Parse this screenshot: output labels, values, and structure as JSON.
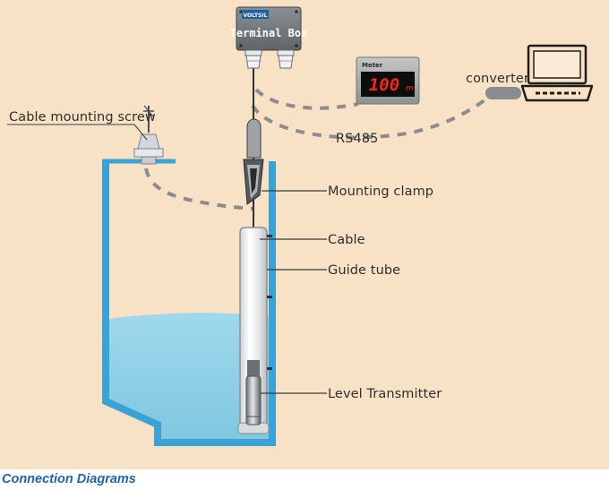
{
  "terminal_box": {
    "brand": "VOLTSIL",
    "title": "Terminal Box"
  },
  "meter": {
    "title": "Meter",
    "reading": "100",
    "unit": "m"
  },
  "labels": {
    "converter": "converter",
    "rs485": "RS485",
    "cable_mounting_screw": "Cable mounting screw",
    "mounting_clamp": "Mounting clamp",
    "cable": "Cable",
    "guide_tube": "Guide tube",
    "level_transmitter": "Level Transmitter"
  },
  "caption": "Connection Diagrams",
  "colors": {
    "background": "#f8e2c6",
    "water": "#8fd0e6",
    "tank_wall": "#3ba2d6",
    "meter_digits": "#ff2020",
    "caption": "#1f63b8",
    "dashed_line": "#8a8c8e"
  },
  "icons": {
    "terminal_box": "junction-box-icon",
    "meter": "digital-meter-icon",
    "computer": "computer-terminal-icon",
    "converter": "converter-module-icon",
    "cable_mounting_screw": "mounting-screw-icon",
    "mounting_clamp": "cable-clamp-icon",
    "level_transmitter": "level-transmitter-icon"
  }
}
